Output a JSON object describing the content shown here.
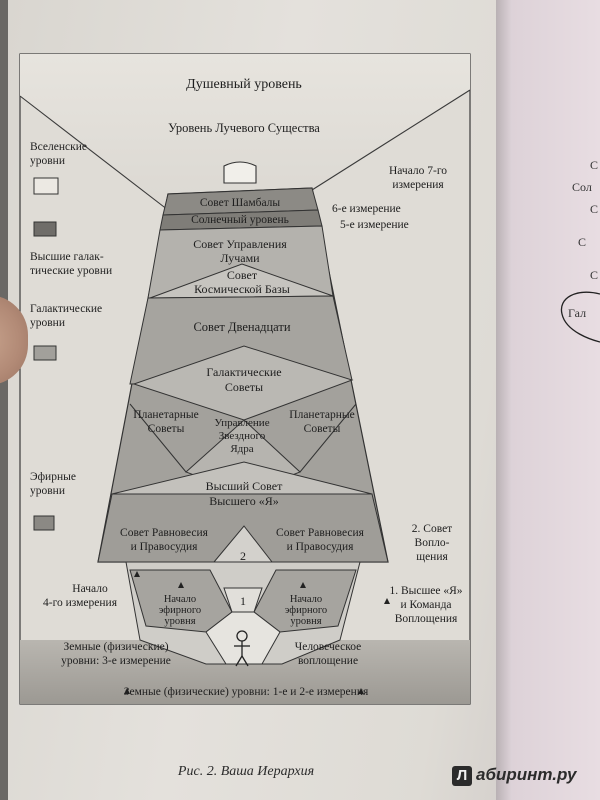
{
  "diagram": {
    "levels": {
      "soul": "Душевный уровень",
      "ray_being": "Уровень Лучевого Существа"
    },
    "councils": {
      "shambhala": "Совет Шамбалы",
      "solar": "Солнечный уровень",
      "ray_mgmt_1": "Совет Управления",
      "ray_mgmt_2": "Лучами",
      "cosmic_base_1": "Совет",
      "cosmic_base_2": "Космической Базы",
      "twelve": "Совет Двенадцати",
      "galactic_1": "Галактические",
      "galactic_2": "Советы",
      "planetary_left_1": "Планетарные",
      "planetary_left_2": "Советы",
      "planetary_right_1": "Планетарные",
      "planetary_right_2": "Советы",
      "star_core_1": "Управление",
      "star_core_2": "Звездного",
      "star_core_3": "Ядра",
      "higher_self_1": "Высший Совет",
      "higher_self_2": "Высшего «Я»",
      "balance_left_1": "Совет Равновесия",
      "balance_left_2": "и Правосудия",
      "balance_right_1": "Совет Равновесия",
      "balance_right_2": "и Правосудия",
      "etheric_left_1": "Начало",
      "etheric_left_2": "эфирного",
      "etheric_left_3": "уровня",
      "etheric_right_1": "Начало",
      "etheric_right_2": "эфирного",
      "etheric_right_3": "уровня",
      "num_1": "1",
      "num_2": "2"
    },
    "legend": {
      "universal_1": "Вселенские",
      "universal_2": "уровни",
      "higher_galactic_1": "Высшие галак-",
      "higher_galactic_2": "тические уровни",
      "galactic_1": "Галактические",
      "galactic_2": "уровни",
      "etheric_1": "Эфирные",
      "etheric_2": "уровни",
      "swatch_colors": [
        "#ece9e3",
        "#6f6d69",
        "#a2a09b",
        "#8b8984"
      ]
    },
    "right_labels": {
      "dim7_1": "Начало 7-го",
      "dim7_2": "измерения",
      "dim6": "6-е измерение",
      "dim5": "5-е измерение",
      "council_incarn_1": "2. Совет",
      "council_incarn_2": "Вопло-",
      "council_incarn_3": "щения",
      "higher_self_team_1": "1. Высшее «Я»",
      "higher_self_team_2": "и Команда",
      "higher_self_team_3": "Воплощения",
      "human_1": "Человеческое",
      "human_2": "воплощение"
    },
    "left_labels": {
      "dim4_1": "Начало",
      "dim4_2": "4-го измерения",
      "earthly3_1": "Земные (физические)",
      "earthly3_2": "уровни: 3-е измерение"
    },
    "bottom_label": "Земные (физические) уровни: 1-е и 2-е измерения"
  },
  "caption": "Рис. 2. Ваша Иерархия",
  "watermark": {
    "logo": "Л",
    "text": "абиринт.ру"
  },
  "margin": [
    "С",
    "Сол",
    "С",
    "С",
    "С",
    "Гал"
  ]
}
